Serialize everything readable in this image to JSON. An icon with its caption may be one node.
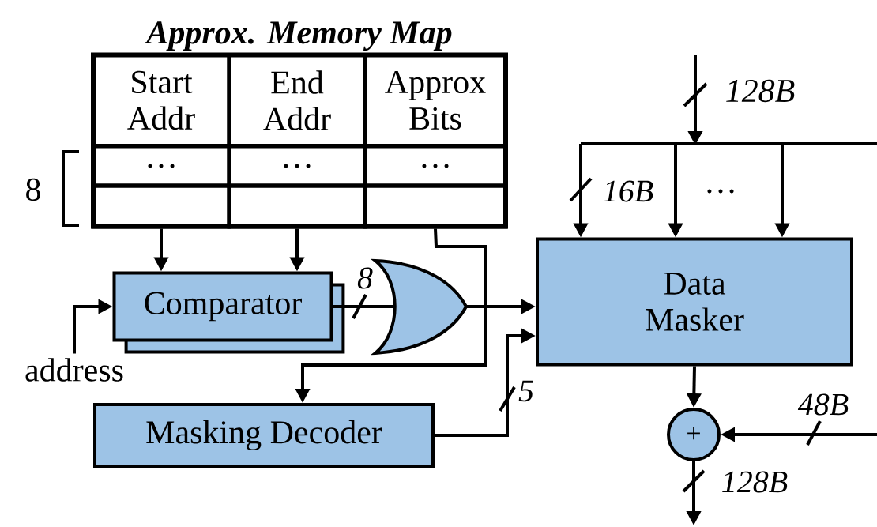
{
  "diagram": {
    "nodes": [
      {
        "text": [
          "Approx. Memory Map"
        ]
      },
      {
        "text": [
          "Start Addr"
        ],
        "in": 0
      },
      {
        "text": [
          "End Addr"
        ],
        "in": 0
      },
      {
        "text": [
          "Approx Bits"
        ],
        "in": 0
      },
      {
        "text": [
          "…"
        ],
        "in": 0
      },
      {
        "text": [
          "…"
        ],
        "in": 0
      },
      {
        "text": [
          "…"
        ],
        "in": 0
      },
      {
        "text": [],
        "shape": "box",
        "in": 0
      },
      {
        "text": [],
        "shape": "box",
        "in": 0
      },
      {
        "text": [],
        "shape": "box",
        "in": 0
      },
      {
        "text": [
          "Comparator"
        ]
      },
      {
        "text": [],
        "shape": "gate"
      },
      {
        "text": [
          "Data Masker"
        ]
      },
      {
        "text": [
          "Masking Decoder"
        ]
      },
      {
        "text": [
          "+"
        ]
      },
      {
        "text": [
          "address"
        ]
      }
    ],
    "edges": [
      {
        "from": 7,
        "to": 10,
        "arrow": "to"
      },
      {
        "from": 8,
        "to": 10,
        "arrow": "to"
      },
      {
        "from": 15,
        "to": 10,
        "arrow": "to"
      },
      {
        "from": 10,
        "to": 11,
        "arrow": "none",
        "label": "8"
      },
      {
        "from": 11,
        "to": 12,
        "arrow": "to"
      },
      {
        "from": 9,
        "to": 13,
        "arrow": "to"
      },
      {
        "from": 13,
        "to": 12,
        "arrow": "to",
        "label": "5"
      },
      {
        "from": null,
        "to": 12,
        "arrow": "to",
        "label": "16B"
      },
      {
        "from": null,
        "to": 12,
        "arrow": "to"
      },
      {
        "from": null,
        "to": 12,
        "arrow": "to"
      },
      {
        "from": 12,
        "to": 14,
        "arrow": "to"
      },
      {
        "from": null,
        "to": 14,
        "arrow": "to",
        "label": "48B"
      },
      {
        "from": 14,
        "to": null,
        "arrow": "to",
        "label": "128B"
      }
    ],
    "labels": [
      "8",
      "128B",
      "…"
    ]
  }
}
